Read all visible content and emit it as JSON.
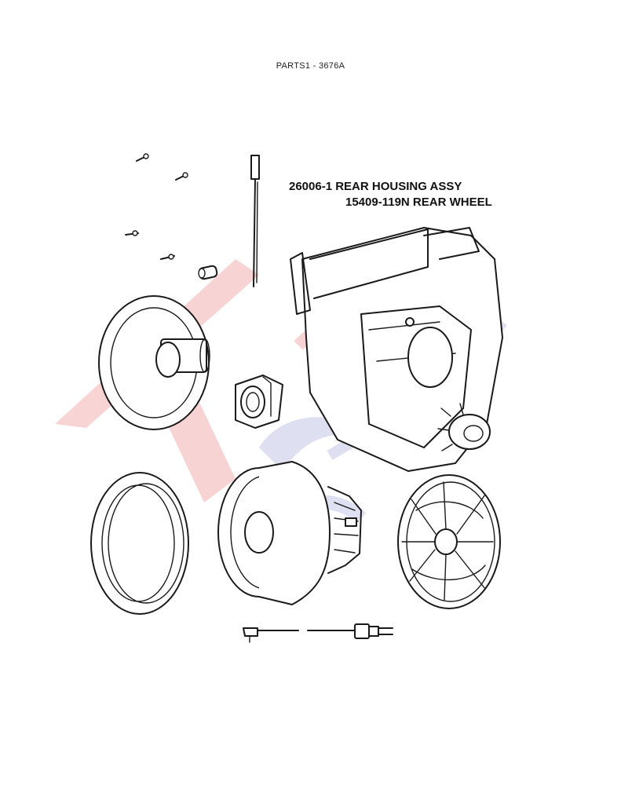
{
  "header": {
    "title": "PARTS1  - 3676A"
  },
  "labels": {
    "rear_housing": "26006-1 REAR HOUSING ASSY",
    "rear_wheel": "15409-119N REAR WHEEL"
  },
  "colors": {
    "line": "#1a1a1a",
    "watermark_red": "#e23a3a",
    "watermark_blue": "#6f76c2"
  },
  "icons": [
    "screw-icon",
    "cord-icon",
    "plug-icon",
    "wheel-icon",
    "fan-icon",
    "motor-icon"
  ]
}
